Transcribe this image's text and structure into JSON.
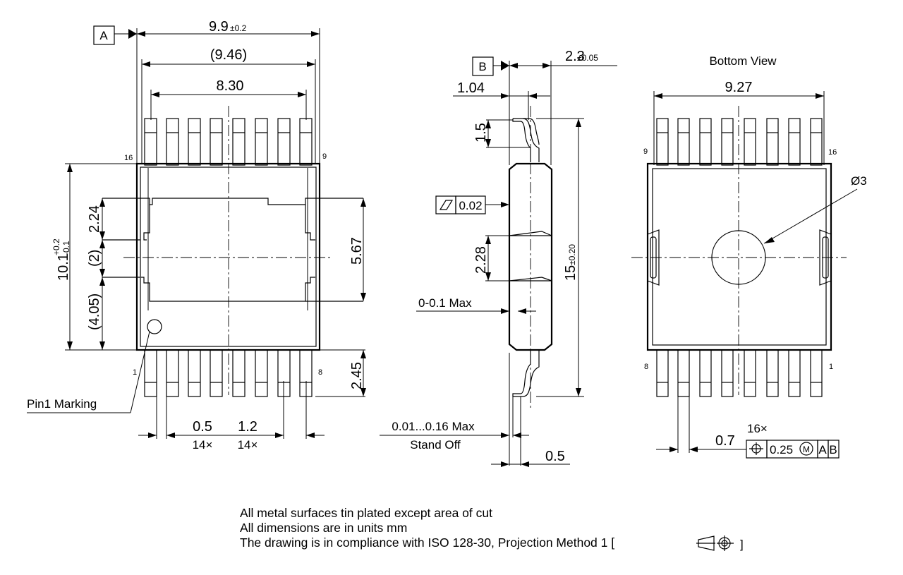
{
  "top_view": {
    "datum_a": "A",
    "width_total": "9.9",
    "width_total_tol": "±0.2",
    "width_ref": "(9.46)",
    "lead_span": "8.30",
    "pin_16": "16",
    "pin_9": "9",
    "pin_1": "1",
    "pin_8": "8",
    "body_length": "10.1",
    "body_length_tol_plus": "+0.2",
    "body_length_tol_minus": "-0.1",
    "dim_2_24": "2.24",
    "dim_2": "(2)",
    "dim_4_05": "(4.05)",
    "dim_5_67": "5.67",
    "dim_2_45": "2.45",
    "lead_width": "0.5",
    "lead_width_count": "14×",
    "pitch": "1.2",
    "pitch_count": "14×",
    "pin1_label": "Pin1 Marking"
  },
  "side_view": {
    "datum_b": "B",
    "height": "2.3",
    "height_tol": "±0.05",
    "dim_1_04": "1.04",
    "dim_1_5": "1.5",
    "flatness": "0.02",
    "dim_2_28": "2.28",
    "dim_0_01_max": "0-0.1 Max",
    "overall_length": "15",
    "overall_length_tol": "±0.20",
    "standoff": "0.01...0.16 Max",
    "standoff_label": "Stand Off",
    "lead_thickness": "0.5"
  },
  "bottom_view": {
    "title": "Bottom View",
    "width": "9.27",
    "pin_9": "9",
    "pin_16": "16",
    "pin_8": "8",
    "pin_1": "1",
    "hole_diameter": "Ø3",
    "pitch_dim": "0.7",
    "count": "16×",
    "tol_value": "0.25",
    "tol_modifier": "M",
    "datum_a": "A",
    "datum_b": "B"
  },
  "notes": {
    "line1": "All metal surfaces tin plated except area of cut",
    "line2": "All dimensions are in units mm",
    "line3": "The drawing is in compliance with ISO 128-30, Projection Method 1 ["
  },
  "symbols": {
    "flatness_icon": "flatness-symbol",
    "position_icon": "true-position-symbol",
    "projection_icon": "first-angle-projection-symbol"
  }
}
